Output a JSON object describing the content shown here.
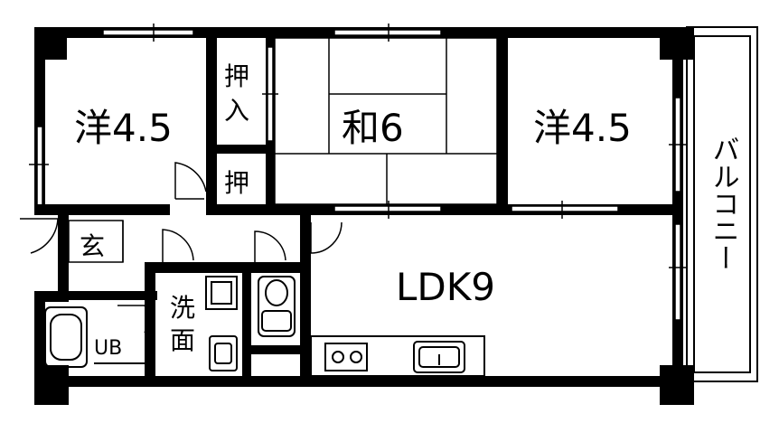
{
  "rooms": {
    "western_left": {
      "label": "洋4.5"
    },
    "japanese": {
      "label": "和6"
    },
    "western_right": {
      "label": "洋4.5"
    },
    "closet_large": {
      "label_top": "押",
      "label_bottom": "入"
    },
    "closet_small": {
      "label": "押"
    },
    "entrance": {
      "label": "玄"
    },
    "ldk": {
      "label": "LDK9"
    },
    "washroom": {
      "label_top": "洗",
      "label_bottom": "面"
    },
    "bath": {
      "label": "UB"
    },
    "balcony": {
      "label": "バルコニー"
    }
  },
  "colors": {
    "wall": "#000000",
    "background": "#ffffff"
  }
}
